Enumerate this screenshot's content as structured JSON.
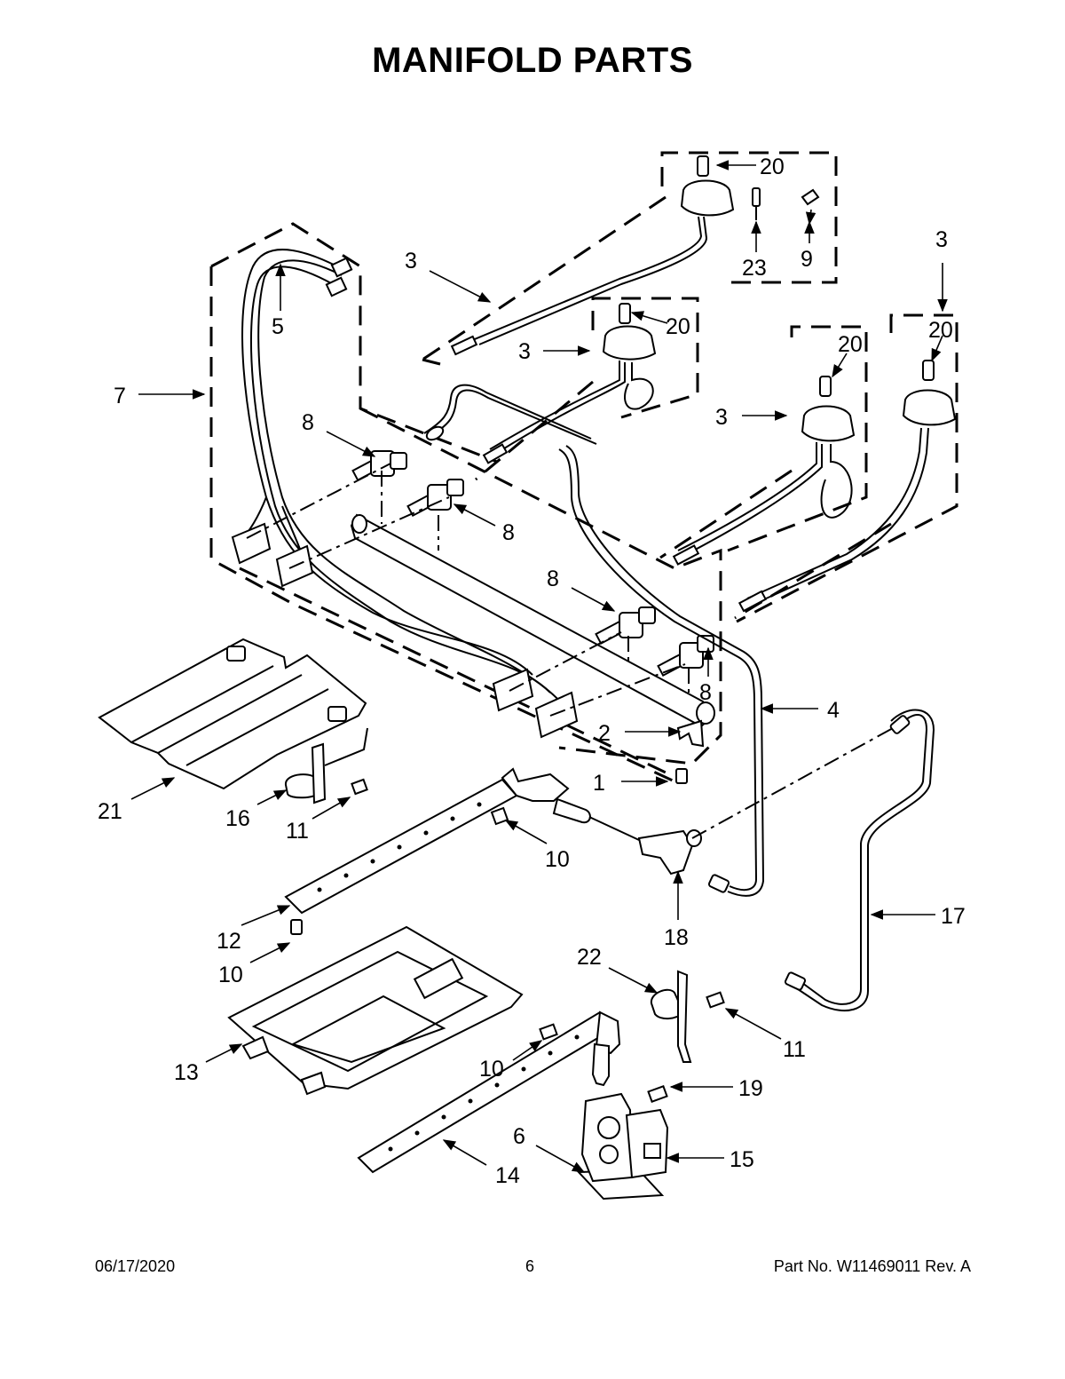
{
  "title": "MANIFOLD PARTS",
  "callouts": [
    {
      "id": "c1",
      "text": "1"
    },
    {
      "id": "c2",
      "text": "2"
    },
    {
      "id": "c3a",
      "text": "3"
    },
    {
      "id": "c3b",
      "text": "3"
    },
    {
      "id": "c3c",
      "text": "3"
    },
    {
      "id": "c3d",
      "text": "3"
    },
    {
      "id": "c4",
      "text": "4"
    },
    {
      "id": "c5",
      "text": "5"
    },
    {
      "id": "c6",
      "text": "6"
    },
    {
      "id": "c7",
      "text": "7"
    },
    {
      "id": "c8a",
      "text": "8"
    },
    {
      "id": "c8b",
      "text": "8"
    },
    {
      "id": "c8c",
      "text": "8"
    },
    {
      "id": "c8d",
      "text": "8"
    },
    {
      "id": "c9",
      "text": "9"
    },
    {
      "id": "c10a",
      "text": "10"
    },
    {
      "id": "c10b",
      "text": "10"
    },
    {
      "id": "c10c",
      "text": "10"
    },
    {
      "id": "c11a",
      "text": "11"
    },
    {
      "id": "c11b",
      "text": "11"
    },
    {
      "id": "c12",
      "text": "12"
    },
    {
      "id": "c13",
      "text": "13"
    },
    {
      "id": "c14",
      "text": "14"
    },
    {
      "id": "c15",
      "text": "15"
    },
    {
      "id": "c16",
      "text": "16"
    },
    {
      "id": "c17",
      "text": "17"
    },
    {
      "id": "c18",
      "text": "18"
    },
    {
      "id": "c19",
      "text": "19"
    },
    {
      "id": "c20a",
      "text": "20"
    },
    {
      "id": "c20b",
      "text": "20"
    },
    {
      "id": "c20c",
      "text": "20"
    },
    {
      "id": "c20d",
      "text": "20"
    },
    {
      "id": "c21",
      "text": "21"
    },
    {
      "id": "c22",
      "text": "22"
    },
    {
      "id": "c23",
      "text": "23"
    }
  ],
  "footer": {
    "date": "06/17/2020",
    "page": "6",
    "part": "Part No.  W11469011  Rev.  A"
  }
}
